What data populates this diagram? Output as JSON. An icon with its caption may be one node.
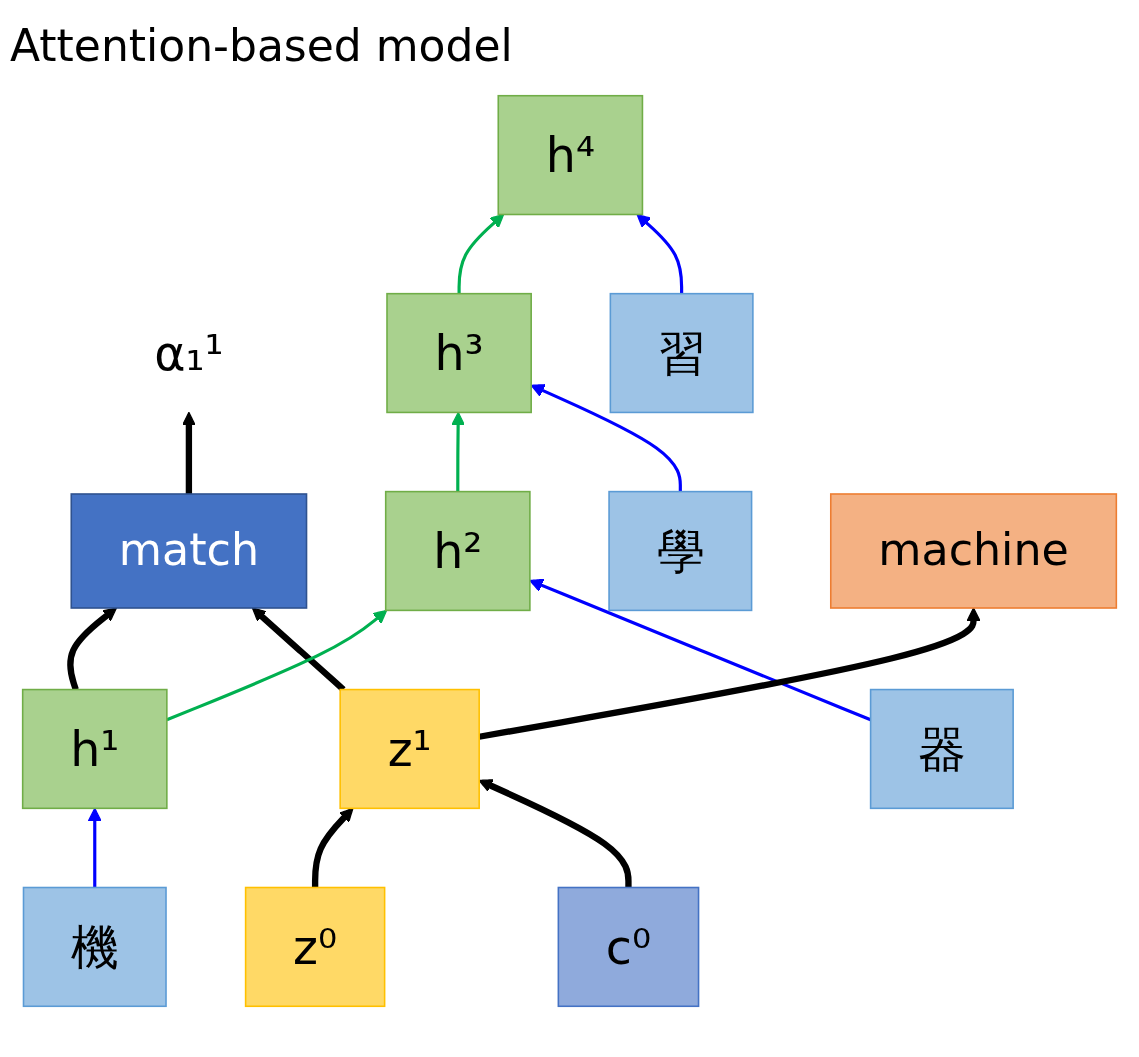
{
  "diagram": {
    "title": "Attention-based model",
    "nodes": [
      {
        "text": [
          "match"
        ]
      },
      {
        "text": [
          "α₁¹"
        ]
      },
      {
        "text": [
          "h¹"
        ]
      },
      {
        "text": [
          "h²"
        ]
      },
      {
        "text": [
          "h³"
        ]
      },
      {
        "text": [
          "h⁴"
        ]
      },
      {
        "text": [
          "機"
        ]
      },
      {
        "text": [
          "器"
        ]
      },
      {
        "text": [
          "學"
        ]
      },
      {
        "text": [
          "習"
        ]
      },
      {
        "text": [
          "z⁰"
        ]
      },
      {
        "text": [
          "z¹"
        ]
      },
      {
        "text": [
          "machine"
        ]
      },
      {
        "text": [
          "c⁰"
        ]
      }
    ],
    "edges": [
      {
        "from": 0,
        "to": 1,
        "arrow": "to",
        "style": "thick"
      },
      {
        "from": 2,
        "to": 0,
        "arrow": "to",
        "style": "thick"
      },
      {
        "from": 11,
        "to": 0,
        "arrow": "to",
        "style": "thick"
      },
      {
        "from": 2,
        "to": 3,
        "arrow": "to",
        "color": "#00b050"
      },
      {
        "from": 3,
        "to": 4,
        "arrow": "to",
        "color": "#00b050"
      },
      {
        "from": 4,
        "to": 5,
        "arrow": "to",
        "color": "#00b050"
      },
      {
        "from": 6,
        "to": 2,
        "arrow": "to",
        "color": "#0000ff"
      },
      {
        "from": 7,
        "to": 3,
        "arrow": "to",
        "color": "#0000ff"
      },
      {
        "from": 8,
        "to": 4,
        "arrow": "to",
        "color": "#0000ff"
      },
      {
        "from": 9,
        "to": 5,
        "arrow": "to",
        "color": "#0000ff"
      },
      {
        "from": 10,
        "to": 11,
        "arrow": "to",
        "style": "thick"
      },
      {
        "from": 11,
        "to": 12,
        "arrow": "to",
        "style": "thick"
      },
      {
        "from": 13,
        "to": 11,
        "arrow": "to",
        "style": "thick"
      }
    ]
  }
}
